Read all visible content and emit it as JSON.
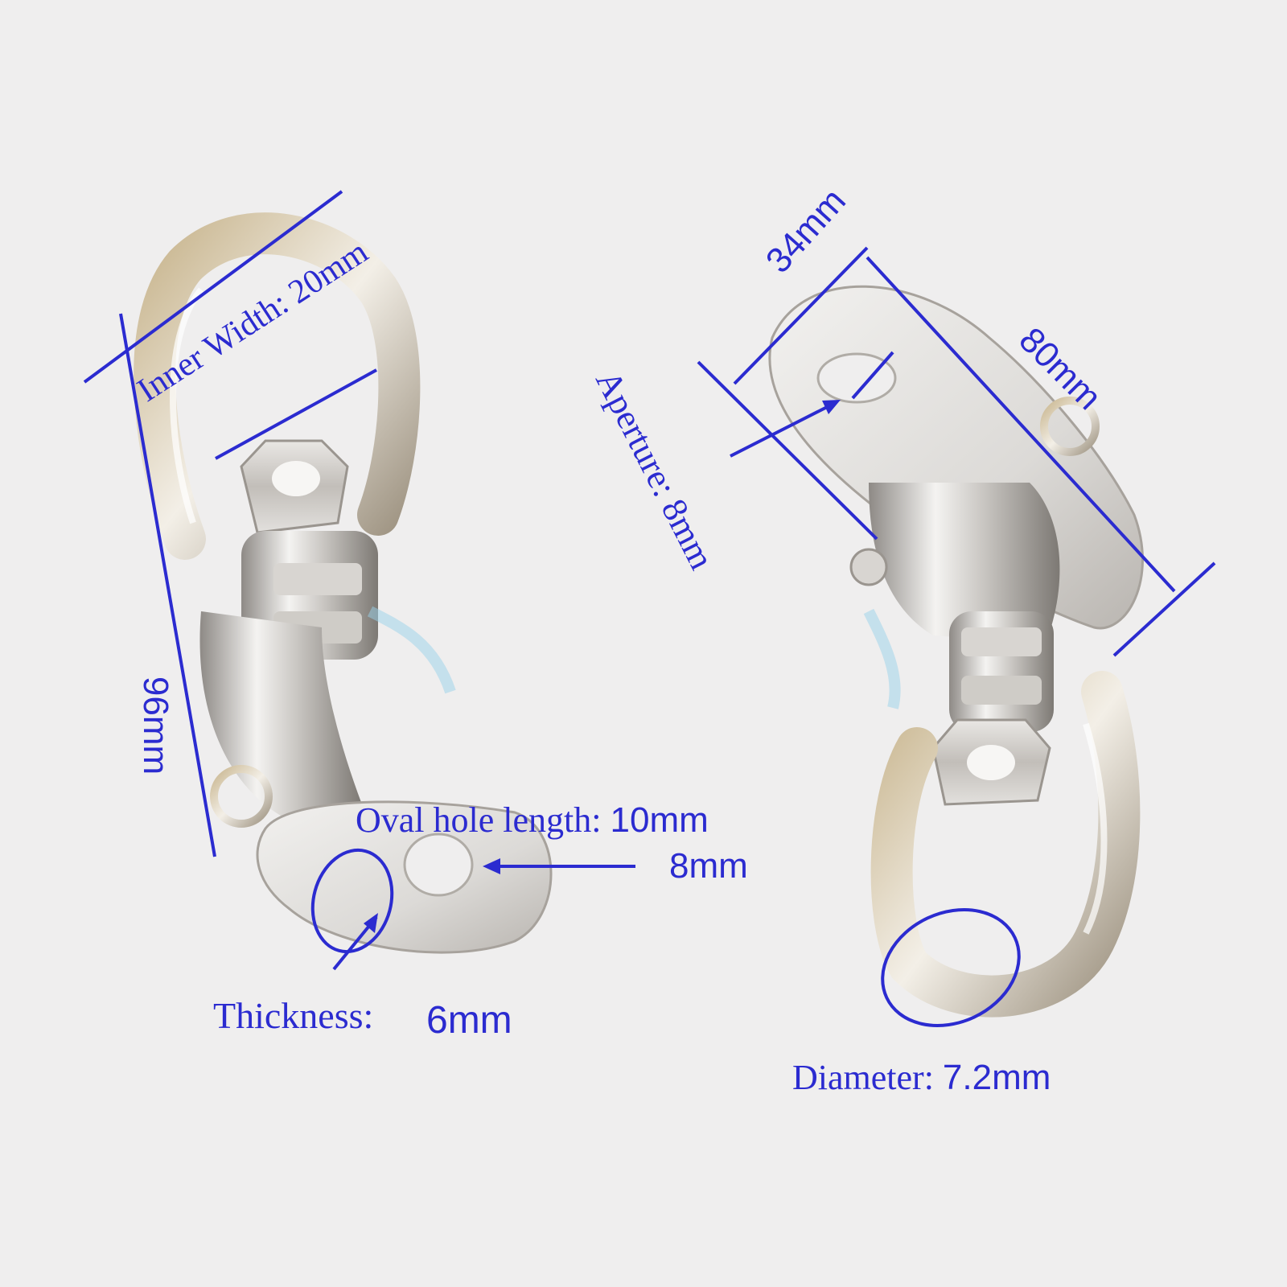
{
  "annotations": {
    "left": {
      "inner_width": "Inner Width: 20mm",
      "length": "96mm",
      "oval_hole_length_label": "Oval hole length: ",
      "oval_hole_length_value": "10mm",
      "oval_hole_width": "8mm",
      "thickness_label": "Thickness:",
      "thickness_value": "6mm"
    },
    "right": {
      "width": "34mm",
      "plate_length": "80mm",
      "aperture": "Aperture: 8mm",
      "diameter_label": "Diameter: ",
      "diameter_value": "7.2mm"
    }
  },
  "colors": {
    "annotation": "#2b2bd0",
    "background": "#efeeee",
    "metal": "#cfcfcf"
  }
}
